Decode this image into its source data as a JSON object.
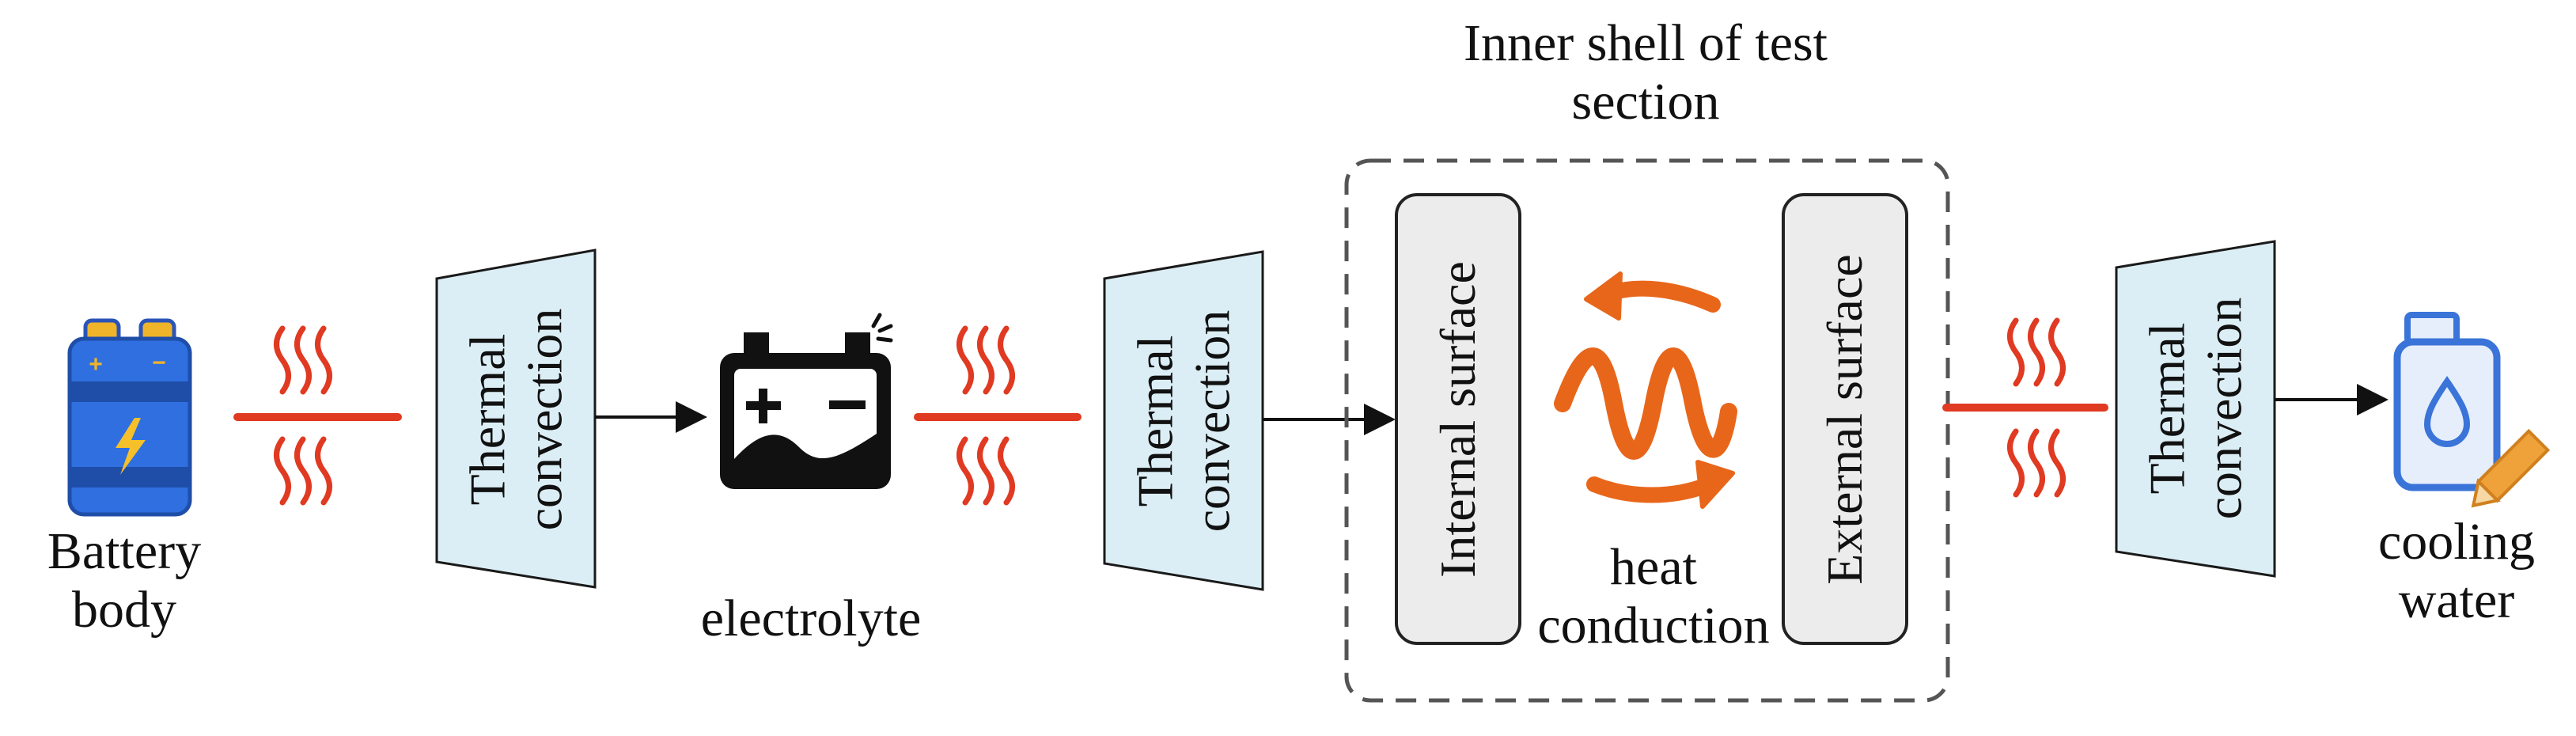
{
  "labels": {
    "battery": "Battery\nbody",
    "electrolyte": "electrolyte",
    "shell": "Inner shell of test\nsection",
    "heat": "heat\nconduction",
    "cooling": "cooling\nwater"
  },
  "convection_label": "Thermal\nconvection",
  "internal_surface": "Internal surface",
  "external_surface": "External surface",
  "icons": {
    "battery": "battery-icon",
    "car_battery": "car-battery-icon",
    "heat_cycle": "heat-cycle-icon",
    "water_container": "water-container-icon",
    "heat_wave": "heat-wave-icon"
  },
  "colors": {
    "convection_fill": "#dceef5",
    "heat_red": "#e03a22",
    "heat_orange": "#e8661a",
    "battery_blue": "#2f6fe0",
    "battery_terminal": "#f0b42a",
    "bolt": "#f5c02a",
    "container_blue": "#3b74d8",
    "container_fill": "#e6eefc",
    "pencil": "#f0a23a",
    "surface_fill": "#ececec"
  }
}
